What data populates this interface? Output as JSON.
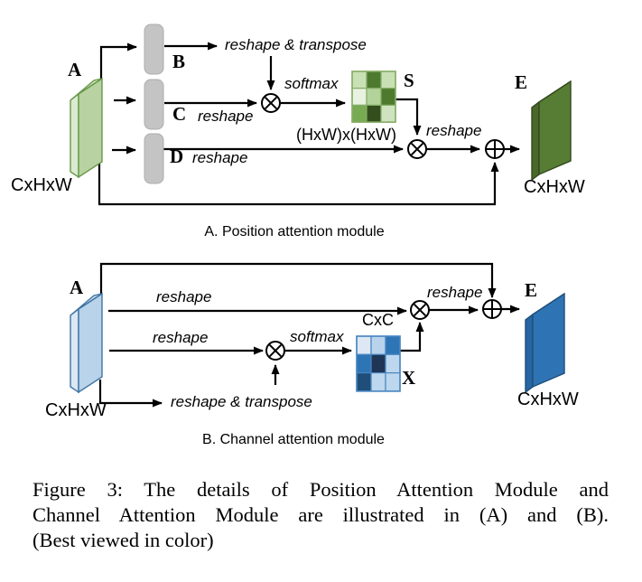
{
  "colors": {
    "arrow": "#000000",
    "box_gray": "#c4c4c4",
    "box_gray_border": "#adadad",
    "feature_green_front": "#b9d2a1",
    "feature_green_side": "#dcead0",
    "feature_green_top": "#cfe2bb",
    "feature_green_border": "#66984a",
    "output_green_front": "#567d33",
    "output_green_side": "#49682a",
    "output_green_top": "#729c4b",
    "output_green_border": "#33491f",
    "feature_blue_front": "#b8d3ea",
    "feature_blue_side": "#dce8f4",
    "feature_blue_top": "#cbdcef",
    "feature_blue_border": "#3f74a3",
    "output_blue_front": "#2e74b5",
    "output_blue_side": "#2765a3",
    "output_blue_top": "#5b9bd5",
    "output_blue_border": "#1f4e79",
    "s_matrix_border": "#86ad68",
    "x_matrix_border": "#4a86c0"
  },
  "module_a": {
    "title": "A. Position attention module",
    "input_label": "A",
    "input_dims": "CxHxW",
    "box_b_label": "B",
    "box_c_label": "C",
    "box_d_label": "D",
    "reshape_transpose_label": "reshape & transpose",
    "softmax_label": "softmax",
    "reshape_c_label": "reshape",
    "reshape_d_label": "reshape",
    "attention_map_label": "S",
    "attention_dims_label": "(HxW)x(HxW)",
    "reshape_out_label": "reshape",
    "output_label": "E",
    "output_dims": "CxHxW",
    "s_matrix": {
      "cells": [
        [
          "#c9e0b4",
          "#4e7a2e",
          "#c9e0b4"
        ],
        [
          "#e9f2e1",
          "#b2d49a",
          "#4e7a2e"
        ],
        [
          "#78ab51",
          "#344e1d",
          "#cfe3c0"
        ]
      ]
    }
  },
  "module_b": {
    "title": "B. Channel attention module",
    "input_label": "A",
    "input_dims": "CxHxW",
    "reshape_top_label": "reshape",
    "reshape_mid_label": "reshape",
    "reshape_transpose_label": "reshape & transpose",
    "softmax_label": "softmax",
    "attention_map_label": "X",
    "attention_dims_label": "CxC",
    "reshape_out_label": "reshape",
    "output_label": "E",
    "output_dims": "CxHxW",
    "x_matrix": {
      "cells": [
        [
          "#dde8f4",
          "#b9d3ec",
          "#2e75b6"
        ],
        [
          "#2e75b6",
          "#1f3556",
          "#bdd7ee"
        ],
        [
          "#1f4e79",
          "#bdd7ee",
          "#bdd7ee"
        ]
      ]
    }
  },
  "caption": {
    "lines": [
      "Figure 3:  The details of Position Attention Module and",
      "Channel Attention Module are illustrated in (A) and (B).",
      "(Best viewed in color)"
    ]
  }
}
